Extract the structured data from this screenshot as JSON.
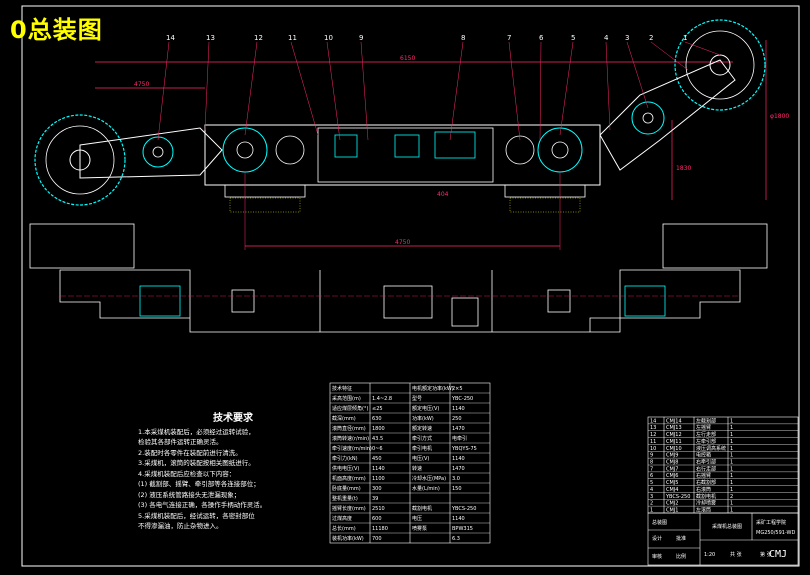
{
  "drawing": {
    "title": "0总装图",
    "signature": "CMJ"
  },
  "part_numbers": [
    "14",
    "13",
    "12",
    "11",
    "10",
    "9",
    "8",
    "7",
    "6",
    "5",
    "4",
    "3",
    "2",
    "1"
  ],
  "dimensions": {
    "top_span": "6150",
    "left_span": "4750",
    "wheel_dia": "φ1800",
    "height": "1830",
    "center_low": "404",
    "bottom_span": "4750"
  },
  "requirements": {
    "heading": "技术要求",
    "lines": [
      "1.本采煤机装配后，必须经过运转试验，",
      "  检验其各部件运转正确灵活。",
      "2.装配时各零件在装配前进行清洗。",
      "3.采煤机，滚筒的装配按相关图纸进行。",
      "4.采煤机装配后应检查以下内容：",
      "  (1) 截割部、摇臂、牵引部等各连接部位；",
      "  (2) 液压系统管路接头无泄漏现象；",
      "  (3) 各电气连接正确，各操作手柄动作灵活。",
      "5.采煤机装配后，经试运转，各密封部位",
      "  不得渗漏油，防止杂物进入。"
    ]
  },
  "spec_table": {
    "header": [
      "技术特征",
      "",
      "电机额定功率(kW)",
      "2×5"
    ],
    "rows": [
      [
        "采高范围(m)",
        "1.4~2.8",
        "型号",
        "YBC-250"
      ],
      [
        "适应煤层倾角(°)",
        "≤25",
        "额定电压(V)",
        "1140"
      ],
      [
        "截深(mm)",
        "630",
        "功率(kW)",
        "250"
      ],
      [
        "滚筒直径(mm)",
        "1800",
        "额定转速",
        "1470"
      ],
      [
        "滚筒转速(r/min)",
        "43.5",
        "牵引方式",
        "电牵引"
      ],
      [
        "牵引速度(m/min)",
        "0~6",
        "牵引电机",
        "YBQYS-75"
      ],
      [
        "牵引力(kN)",
        "450",
        "电压(V)",
        "1140"
      ],
      [
        "供电电压(V)",
        "1140",
        "转速",
        "1470"
      ],
      [
        "机面高度(mm)",
        "1100",
        "冷却水压(MPa)",
        "3.0"
      ],
      [
        "卧底量(mm)",
        "300",
        "水量(L/min)",
        "150"
      ],
      [
        "整机重量(t)",
        "39",
        "",
        ""
      ],
      [
        "摇臂长度(mm)",
        "2510",
        "截割电机",
        "YBCS-250"
      ],
      [
        "过煤高度",
        "600",
        "电压",
        "1140"
      ],
      [
        "总长(mm)",
        "11180",
        "喷雾泵",
        "BPW315"
      ],
      [
        "装机功率(kW)",
        "700",
        "",
        "6.3"
      ]
    ]
  },
  "parts_list": {
    "rows": [
      [
        "14",
        "CMJ14",
        "左截割部",
        "1"
      ],
      [
        "13",
        "CMJ13",
        "左摇臂",
        "1"
      ],
      [
        "12",
        "CMJ12",
        "左行走部",
        "1"
      ],
      [
        "11",
        "CMJ11",
        "左牵引部",
        "1"
      ],
      [
        "10",
        "CMJ10",
        "液压调高系统",
        "1"
      ],
      [
        "9",
        "CMJ9",
        "电控箱",
        "1"
      ],
      [
        "8",
        "CMJ8",
        "右牵引部",
        "1"
      ],
      [
        "7",
        "CMJ7",
        "右行走部",
        "1"
      ],
      [
        "6",
        "CMJ6",
        "右摇臂",
        "1"
      ],
      [
        "5",
        "CMJ5",
        "右截割部",
        "1"
      ],
      [
        "4",
        "CMJ4",
        "右滚筒",
        "1"
      ],
      [
        "3",
        "YBCS-250",
        "截割电机",
        "2"
      ],
      [
        "2",
        "CMJ2",
        "冷却喷雾",
        "1"
      ],
      [
        "1",
        "CMJ1",
        "左滚筒",
        "1"
      ]
    ]
  },
  "title_block": {
    "drawing_name": "采煤机总装图",
    "model": "MG250/591-WD",
    "school": "采矿工程学院",
    "sheet": "总装图",
    "scale": "1:20",
    "labels": [
      "设计",
      "审核",
      "批准",
      "比例",
      "共 张",
      "第 张"
    ]
  },
  "colors": {
    "background": "#000000",
    "title": "#ffff00",
    "outline": "#ffffff",
    "dimension": "#ff2a6d",
    "section": "#00ffff",
    "hatch": "#ffff00"
  }
}
